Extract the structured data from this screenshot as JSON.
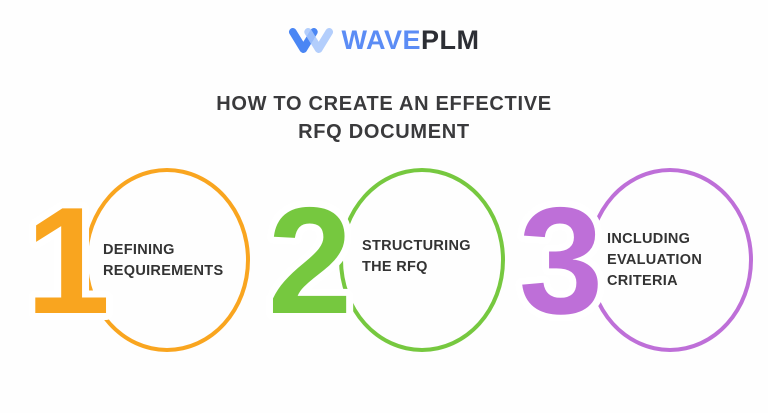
{
  "logo": {
    "brand_primary": "WAVE",
    "brand_secondary": "PLM",
    "icon": "wave-w-icon",
    "icon_color_dark": "#4a86f4",
    "icon_color_light": "#a6c5fb",
    "brand_primary_color": "#5b8cf5",
    "brand_secondary_color": "#2c2e34"
  },
  "title": {
    "line1": "HOW TO CREATE AN EFFECTIVE",
    "line2": "RFQ DOCUMENT",
    "color": "#3a3a3c"
  },
  "steps": [
    {
      "number": "1",
      "color": "#f9a51f",
      "label_lines": [
        "DEFINING",
        "REQUIREMENTS"
      ]
    },
    {
      "number": "2",
      "color": "#76c83f",
      "label_lines": [
        "STRUCTURING",
        "THE RFQ"
      ]
    },
    {
      "number": "3",
      "color": "#be6fd8",
      "label_lines": [
        "INCLUDING",
        "EVALUATION",
        "CRITERIA"
      ]
    }
  ],
  "colors": {
    "background": "#fefefe",
    "label_text": "#333333"
  }
}
